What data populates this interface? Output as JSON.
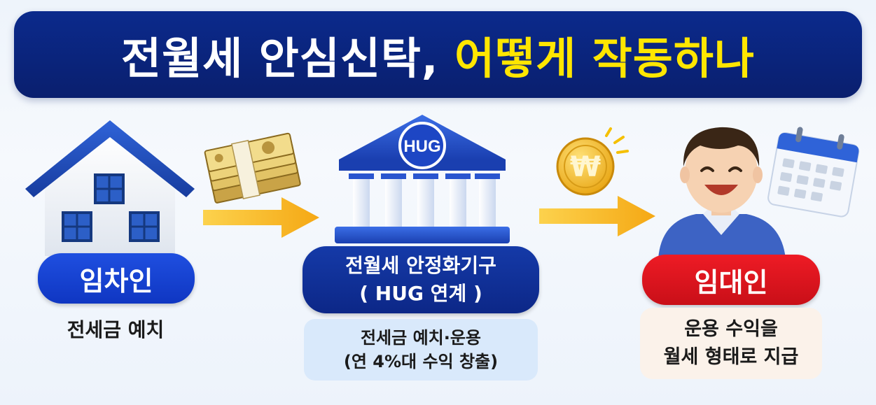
{
  "title": {
    "main": "전월세 안심신탁, ",
    "accent": "어떻게 작동하나"
  },
  "tenant": {
    "label": "임차인",
    "desc": "전세금 예치"
  },
  "agency": {
    "badge": "HUG",
    "label_line1": "전월세 안정화기구",
    "label_line2": "( HUG 연계 )",
    "desc_line1": "전세금 예치·운용",
    "desc_line2": "(연 4%대 수익 창출)"
  },
  "coin": {
    "symbol": "₩"
  },
  "landlord": {
    "label": "임대인",
    "desc_line1": "운용 수익을",
    "desc_line2": "월세 형태로 지급"
  },
  "icons": [
    "house-icon",
    "cash-stack-icon",
    "arrow-right-icon",
    "bank-building-icon",
    "won-coin-icon",
    "person-icon",
    "calendar-icon"
  ],
  "colors": {
    "banner": "#0a1f6e",
    "accent_yellow": "#ffe600",
    "tenant_blue": "#1f4fe0",
    "agency_navy": "#153aa8",
    "landlord_red": "#ee1b25",
    "arrow": "#f7b21e"
  }
}
